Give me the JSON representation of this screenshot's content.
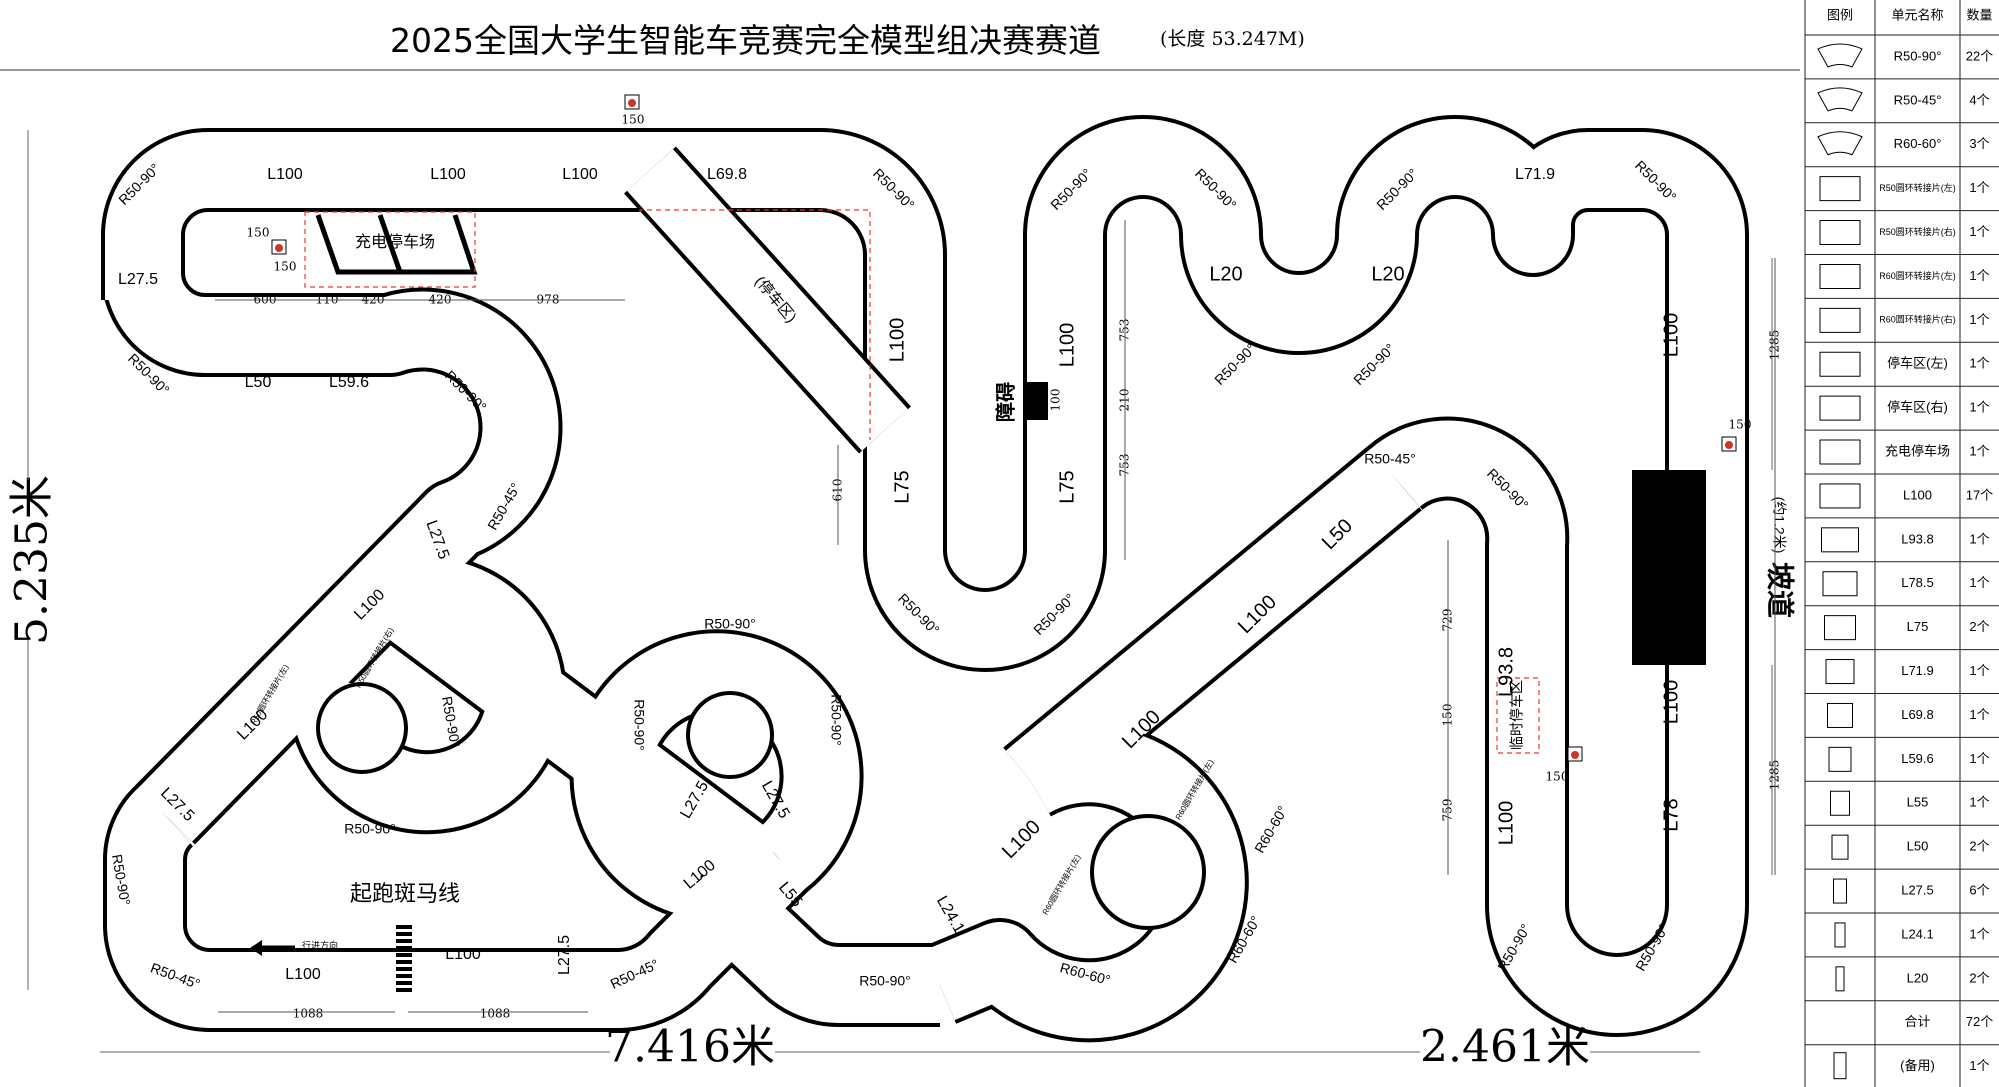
{
  "title": "2025全国大学生智能车竞赛完全模型组决赛赛道",
  "subtitle": "(长度 53.247M)",
  "dimensions": {
    "height": "5.235米",
    "width_left": "7.416米",
    "width_right": "2.461米",
    "slope": "坡道",
    "slope_note": "(约1.2米)"
  },
  "track_labels": {
    "top": [
      "R50-90°",
      "L100",
      "L100",
      "L100",
      "L69.8",
      "R50-90°",
      "R50-90°",
      "R50-90°",
      "R50-90°",
      "L71.9",
      "R50-90°"
    ],
    "left": [
      "L27.5",
      "R50-90°",
      "L50",
      "L59.6",
      "R50-90°",
      "R50-45°",
      "L27.5",
      "L100",
      "L100",
      "L27.5",
      "R50-90°",
      "R50-45°"
    ],
    "middle": [
      "L100",
      "L75",
      "L100",
      "L75",
      "R50-90°",
      "R50-90°",
      "L20",
      "L20",
      "R50-90°",
      "R50-90°",
      "R50-45°",
      "R50-90°",
      "L50",
      "L100",
      "L100",
      "L100",
      "L93.8",
      "L100"
    ],
    "loops": [
      "R50-90°",
      "R50-90°",
      "R50-90°",
      "R50-90°",
      "R50-90°",
      "L27.5",
      "L27.5",
      "L100",
      "L55",
      "L24.1",
      "R60-60°",
      "R60-60°",
      "R60-60°",
      "R50-90°",
      "R50-90°"
    ],
    "right": [
      "L100",
      "L100",
      "L100",
      "L78"
    ],
    "bottom": [
      "L100",
      "L100",
      "L27.5",
      "R50-45°",
      "R50-90°"
    ]
  },
  "annotations": {
    "charging": "充电停车场",
    "parking": "(停车区)",
    "obstacle": "障碍",
    "temp_parking": "临时停车区",
    "start_line": "起跑斑马线",
    "direction": "行进方向",
    "r50_left_a": "R50圆环转接片(左)",
    "r50_left_b": "R50圆环转接片(右)",
    "r60_left": "R60圆环转接片(左)"
  },
  "measurements": {
    "top": [
      "150",
      "150",
      "600",
      "110",
      "420",
      "420",
      "978",
      "150"
    ],
    "middle": [
      "753",
      "210",
      "753",
      "100",
      "610"
    ],
    "right": [
      "729",
      "150",
      "759",
      "1285",
      "1285",
      "150",
      "150"
    ],
    "bottom": [
      "1088",
      "1088"
    ]
  },
  "legend": {
    "headers": [
      "图例",
      "单元名称",
      "数量"
    ],
    "rows": [
      {
        "name": "R50-90°",
        "qty": "22个"
      },
      {
        "name": "R50-45°",
        "qty": "4个"
      },
      {
        "name": "R60-60°",
        "qty": "3个"
      },
      {
        "name": "R50圆环转接片(左)",
        "qty": "1个"
      },
      {
        "name": "R50圆环转接片(右)",
        "qty": "1个"
      },
      {
        "name": "R60圆环转接片(左)",
        "qty": "1个"
      },
      {
        "name": "R60圆环转接片(右)",
        "qty": "1个"
      },
      {
        "name": "停车区(左)",
        "qty": "1个"
      },
      {
        "name": "停车区(右)",
        "qty": "1个"
      },
      {
        "name": "充电停车场",
        "qty": "1个"
      },
      {
        "name": "L100",
        "qty": "17个"
      },
      {
        "name": "L93.8",
        "qty": "1个"
      },
      {
        "name": "L78.5",
        "qty": "1个"
      },
      {
        "name": "L75",
        "qty": "2个"
      },
      {
        "name": "L71.9",
        "qty": "1个"
      },
      {
        "name": "L69.8",
        "qty": "1个"
      },
      {
        "name": "L59.6",
        "qty": "1个"
      },
      {
        "name": "L55",
        "qty": "1个"
      },
      {
        "name": "L50",
        "qty": "2个"
      },
      {
        "name": "L27.5",
        "qty": "6个"
      },
      {
        "name": "L24.1",
        "qty": "1个"
      },
      {
        "name": "L20",
        "qty": "2个"
      }
    ],
    "total_label": "合计",
    "total_qty": "72个",
    "spare_label": "(备用)",
    "spare_qty": "1个"
  }
}
